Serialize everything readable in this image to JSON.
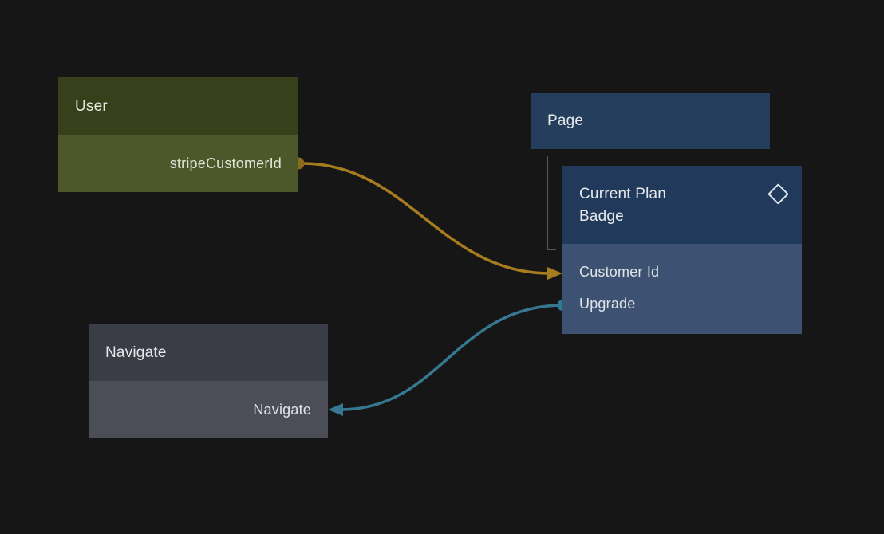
{
  "canvas": {
    "background": "#161617"
  },
  "nodes": {
    "user": {
      "title": "User",
      "header_bg": "#36401b",
      "body_bg": "#4c5829",
      "fields": [
        {
          "label": "stripeCustomerId",
          "direction": "output",
          "port_shape": "circle",
          "port_color": "#8d6a1d"
        }
      ]
    },
    "page": {
      "title": "Page",
      "header_bg": "#243e5c"
    },
    "current_plan_badge": {
      "title": "Current Plan Badge",
      "header_bg": "#21395a",
      "body_bg": "#3d5272",
      "header_icon": "diamond-icon",
      "fields": [
        {
          "label": "Customer Id",
          "direction": "input",
          "port_shape": "arrow"
        },
        {
          "label": "Upgrade",
          "direction": "output",
          "port_shape": "circle",
          "port_color": "#2e7b96"
        }
      ]
    },
    "navigate": {
      "title": "Navigate",
      "header_bg": "#3a3d45",
      "body_bg": "#4b4e56",
      "fields": [
        {
          "label": "Navigate",
          "direction": "input",
          "port_shape": "arrow"
        }
      ]
    }
  },
  "edges": [
    {
      "from": "User.stripeCustomerId",
      "to": "Current Plan Badge.Customer Id",
      "color": "#a67c1f"
    },
    {
      "from": "Current Plan Badge.Upgrade",
      "to": "Navigate.Navigate",
      "color": "#35788f"
    }
  ],
  "connector": {
    "from": "Page",
    "to": "Current Plan Badge",
    "color": "#54585d"
  }
}
